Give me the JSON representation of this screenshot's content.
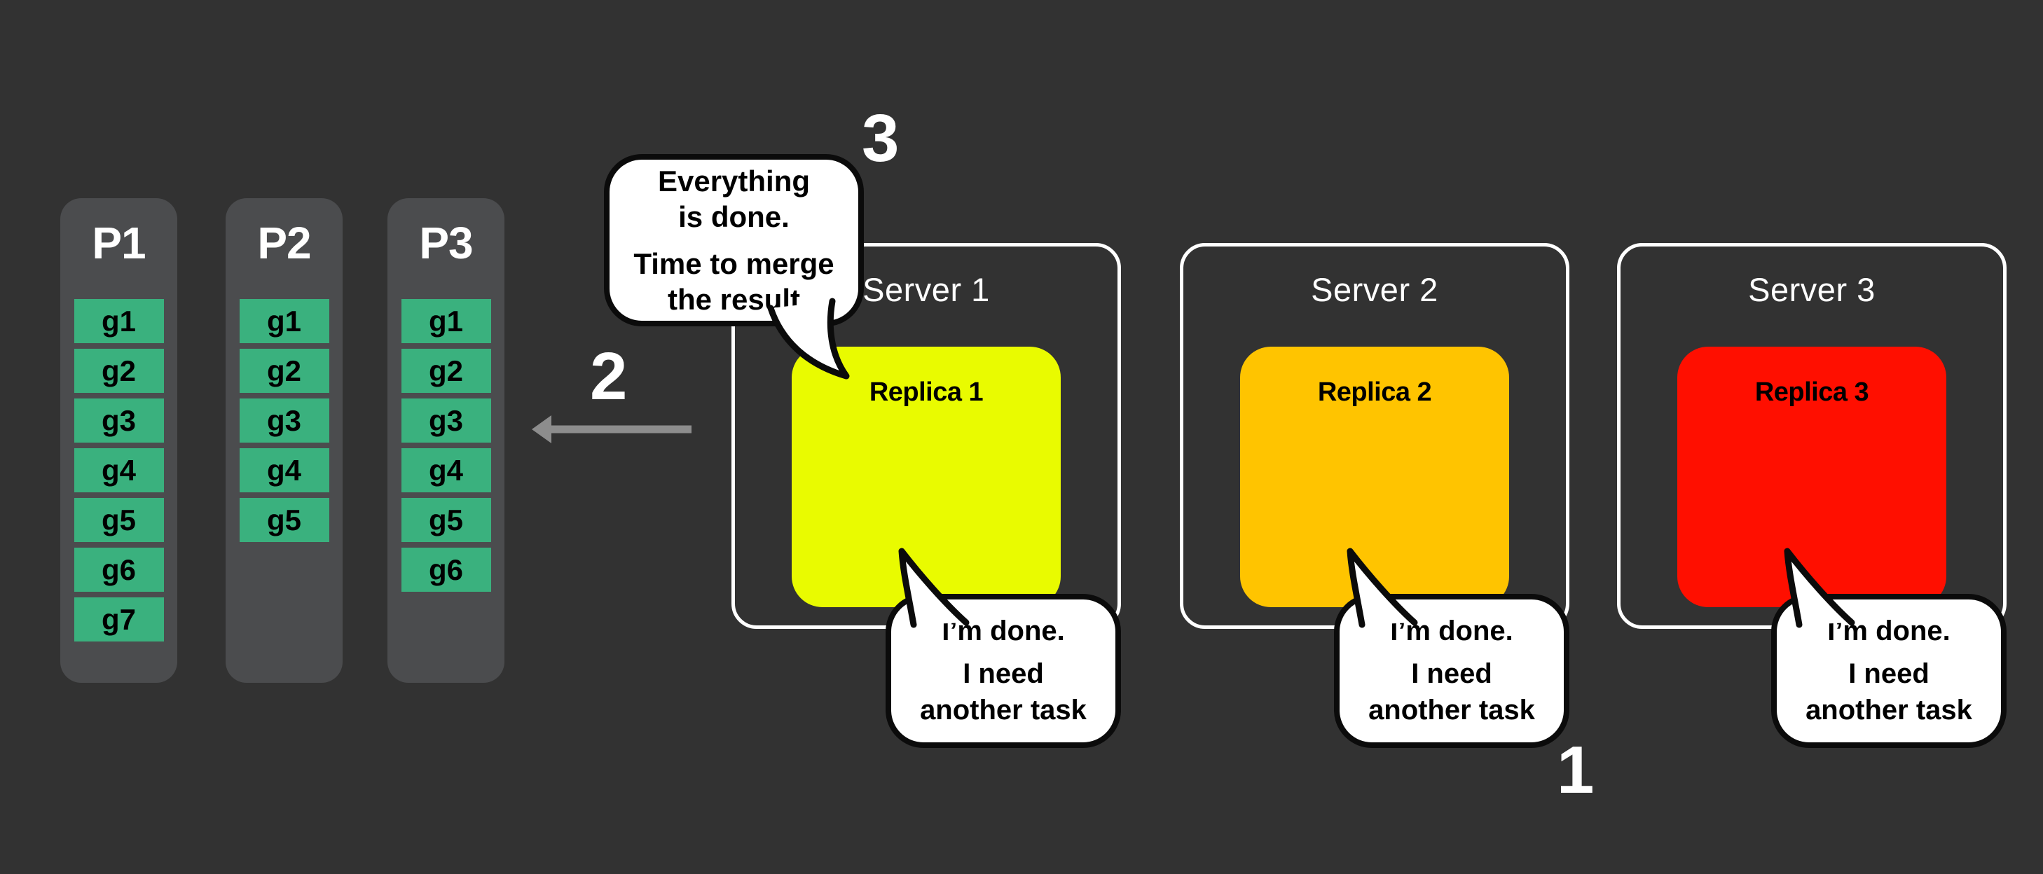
{
  "labels": {
    "step1": "1",
    "step2": "2",
    "step3": "3"
  },
  "partitions": [
    {
      "title": "P1",
      "groups": [
        "g1",
        "g2",
        "g3",
        "g4",
        "g5",
        "g6",
        "g7"
      ]
    },
    {
      "title": "P2",
      "groups": [
        "g1",
        "g2",
        "g3",
        "g4",
        "g5"
      ]
    },
    {
      "title": "P3",
      "groups": [
        "g1",
        "g2",
        "g3",
        "g4",
        "g5",
        "g6"
      ]
    }
  ],
  "servers": [
    {
      "title": "Server 1",
      "replica_label": "Replica 1",
      "replica_color": "#e9fb00"
    },
    {
      "title": "Server 2",
      "replica_label": "Replica 2",
      "replica_color": "#ffc400"
    },
    {
      "title": "Server 3",
      "replica_label": "Replica 3",
      "replica_color": "#ff0f00"
    }
  ],
  "merge_bubble": {
    "paragraphs": [
      [
        "Everything",
        "is done."
      ],
      [
        "Time to merge",
        "the result"
      ]
    ]
  },
  "task_bubble": {
    "paragraphs": [
      [
        "I’m done."
      ],
      [
        "I need",
        "another task"
      ]
    ]
  },
  "colors": {
    "background": "#323232",
    "partition_bg": "#4b4c4e",
    "group_chip": "#3ab17e",
    "server_border": "#ffffff",
    "bubble_bg": "#ffffff",
    "bubble_border": "#0b0b0b",
    "arrow": "#8d8d8d",
    "number_text": "#ffffff"
  }
}
